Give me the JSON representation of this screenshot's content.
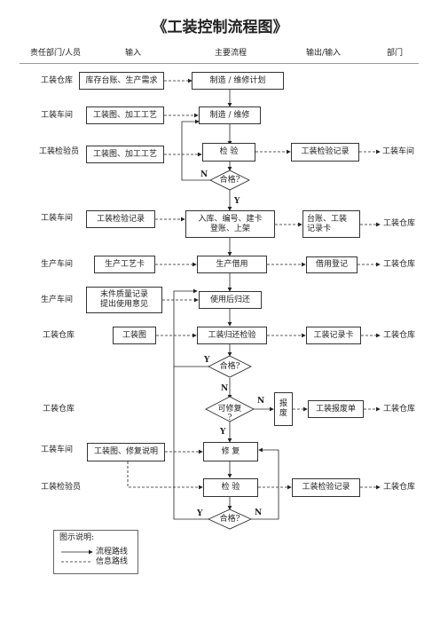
{
  "title": "《工装控制流程图》",
  "header": {
    "dept": "责任部门/人员",
    "input": "输入",
    "process": "主要流程",
    "io": "输出/输入",
    "dept2": "部门"
  },
  "rows": {
    "r1_dept": "工装仓库",
    "r1_input": "库存台账、生产需求",
    "r1_proc": "制造 / 维修计划",
    "r2_dept": "工装车间",
    "r2_input": "工装图、加工工艺",
    "r2_proc": "制造 / 维修",
    "r3_dept": "工装检验员",
    "r3_input": "工装图、加工工艺",
    "r3_proc": "检    验",
    "r3_out": "工装检验记录",
    "r3_dept2": "工装车间",
    "d1": "合格?",
    "r4_dept": "工装车间",
    "r4_input": "工装检验记录",
    "r4_proc": "入库、编号、建卡\n登账、上架",
    "r4_out": "台账、工装\n记录卡",
    "r4_dept2": "工装仓库",
    "r5_dept": "生产车间",
    "r5_input": "生产工艺卡",
    "r5_proc": "生产借用",
    "r5_out": "借用登记",
    "r5_dept2": "工装仓库",
    "r6_dept": "生产车间",
    "r6_input": "末件质量记录\n提出使用意见",
    "r6_proc": "使用后归还",
    "r7_dept": "工装仓库",
    "r7_input": "工装图",
    "r7_proc": "工装归还检验",
    "r7_out": "工装记录卡",
    "r7_dept2": "工装仓库",
    "d2": "合格?",
    "r8_dept": "工装仓库",
    "d3": "可修复\n?",
    "scrap": "报\n废",
    "r8_out": "工装报废单",
    "r8_dept2": "工装仓库",
    "r9_dept": "工装车间",
    "r9_input": "工装图、修复说明",
    "r9_proc": "修    复",
    "r10_dept": "工装检验员",
    "r10_proc": "检    验",
    "r10_out": "工装检验记录",
    "r10_dept2": "工装仓库",
    "d4": "合格?"
  },
  "labels": {
    "n1": "N",
    "y1": "Y",
    "y2": "Y",
    "n2": "N",
    "n3": "N",
    "y3": "Y",
    "y4": "Y",
    "n4": "N"
  },
  "legend": {
    "title": "图示说明:",
    "flow": "流程路线",
    "info": "信息路线"
  }
}
